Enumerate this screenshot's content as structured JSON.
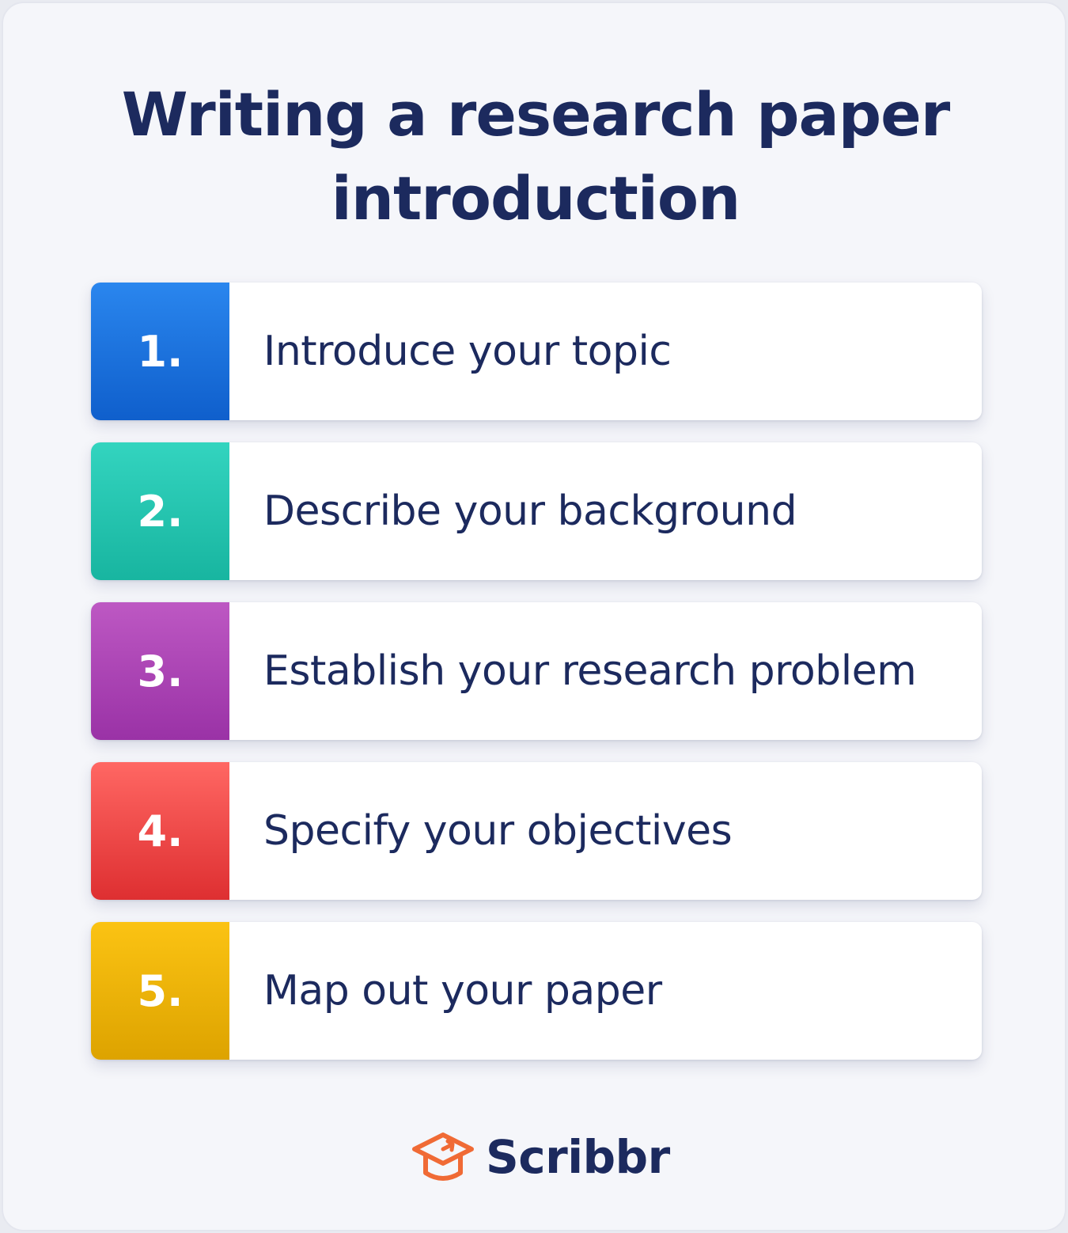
{
  "title": {
    "line1": "Writing a research paper",
    "line2": "introduction"
  },
  "steps": [
    {
      "number": "1.",
      "label": "Introduce your topic",
      "color_top": "#2a86ee",
      "color_bottom": "#0f5fcc"
    },
    {
      "number": "2.",
      "label": "Describe your background",
      "color_top": "#33d4bf",
      "color_bottom": "#18b5a0"
    },
    {
      "number": "3.",
      "label": "Establish your research problem",
      "color_top": "#bd58c3",
      "color_bottom": "#9a32a6"
    },
    {
      "number": "4.",
      "label": "Specify your objectives",
      "color_top": "#ff6763",
      "color_bottom": "#de2f31"
    },
    {
      "number": "5.",
      "label": "Map out your paper",
      "color_top": "#fbc313",
      "color_bottom": "#dda300"
    }
  ],
  "brand": {
    "name": "Scribbr",
    "icon": "graduation-cap-icon",
    "icon_color": "#f06a35"
  }
}
